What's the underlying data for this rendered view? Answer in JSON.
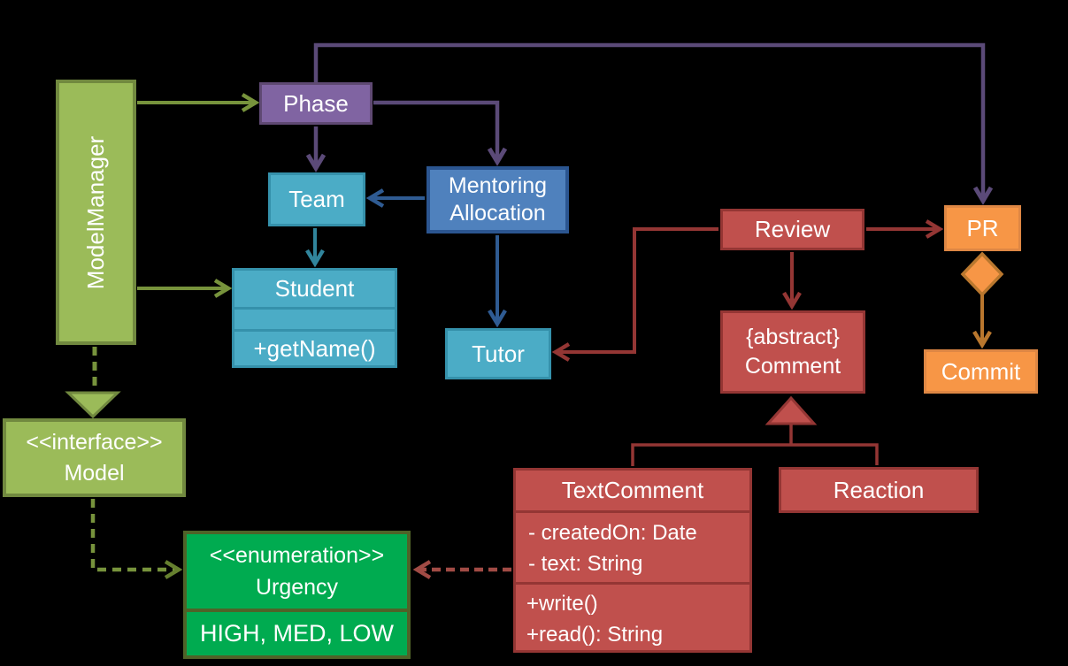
{
  "background": "#000000",
  "nodes": {
    "model_manager": {
      "label": "ModelManager"
    },
    "phase": {
      "label": "Phase"
    },
    "team": {
      "label": "Team"
    },
    "mentoring_allocation": {
      "line1": "Mentoring",
      "line2": "Allocation"
    },
    "student": {
      "title": "Student",
      "method1": "+getName()"
    },
    "tutor": {
      "label": "Tutor"
    },
    "review": {
      "label": "Review"
    },
    "pr": {
      "label": "PR"
    },
    "commit": {
      "label": "Commit"
    },
    "comment": {
      "stereotype": "{abstract}",
      "name": "Comment"
    },
    "text_comment": {
      "title": "TextComment",
      "attr1": "- createdOn: Date",
      "attr2": "- text: String",
      "method1": "+write()",
      "method2": "+read(): String"
    },
    "reaction": {
      "label": "Reaction"
    },
    "model": {
      "stereotype": "<<interface>>",
      "name": "Model"
    },
    "urgency": {
      "stereotype": "<<enumeration>>",
      "name": "Urgency",
      "values": "HIGH, MED, LOW"
    }
  },
  "edges": [
    {
      "from": "ModelManager",
      "to": "Phase",
      "type": "association-arrow"
    },
    {
      "from": "ModelManager",
      "to": "Student",
      "type": "association-arrow"
    },
    {
      "from": "ModelManager",
      "to": "Model",
      "type": "realization-dashed-triangle"
    },
    {
      "from": "Phase",
      "to": "PR",
      "type": "association-arrow"
    },
    {
      "from": "Phase",
      "to": "MentoringAllocation",
      "type": "association-arrow"
    },
    {
      "from": "Phase",
      "to": "Team",
      "type": "association-arrow"
    },
    {
      "from": "Team",
      "to": "Student",
      "type": "association-arrow"
    },
    {
      "from": "MentoringAllocation",
      "to": "Team",
      "type": "association-arrow"
    },
    {
      "from": "MentoringAllocation",
      "to": "Tutor",
      "type": "association-arrow"
    },
    {
      "from": "Review",
      "to": "Tutor",
      "type": "association-arrow"
    },
    {
      "from": "Review",
      "to": "PR",
      "type": "association-arrow"
    },
    {
      "from": "Review",
      "to": "Comment",
      "type": "association-arrow"
    },
    {
      "from": "TextComment",
      "to": "Comment",
      "type": "inheritance-triangle"
    },
    {
      "from": "Reaction",
      "to": "Comment",
      "type": "inheritance-triangle"
    },
    {
      "from": "TextComment",
      "to": "Urgency",
      "type": "dependency-dashed-arrow"
    },
    {
      "from": "Model",
      "to": "Urgency",
      "type": "dependency-dashed-arrow"
    },
    {
      "from": "PR",
      "to": "Commit",
      "type": "aggregation-diamond-arrow"
    }
  ],
  "colors": {
    "background": "#000000",
    "green_fill": "#9BBB59",
    "green_border": "#71893F",
    "green_arrow": "#77933C",
    "purple_fill": "#8064A2",
    "purple_border": "#5F4973",
    "purple_arrow": "#5B4A78",
    "teal_fill": "#4BACC6",
    "teal_border": "#3591AB",
    "teal_arrow": "#31859C",
    "blue_fill": "#4F81BD",
    "blue_border": "#2B5590",
    "navy_arrow": "#2F5B92",
    "red_fill": "#C0504D",
    "red_border": "#943634",
    "red_arrow": "#943634",
    "red_dashed_arrow": "#A14B45",
    "orange_fill": "#F79646",
    "orange_border": "#DE8744",
    "orange_connector": "#B9772E",
    "enum_fill": "#00AB50",
    "enum_border": "#4F6228",
    "text": "#FFFFFF"
  }
}
